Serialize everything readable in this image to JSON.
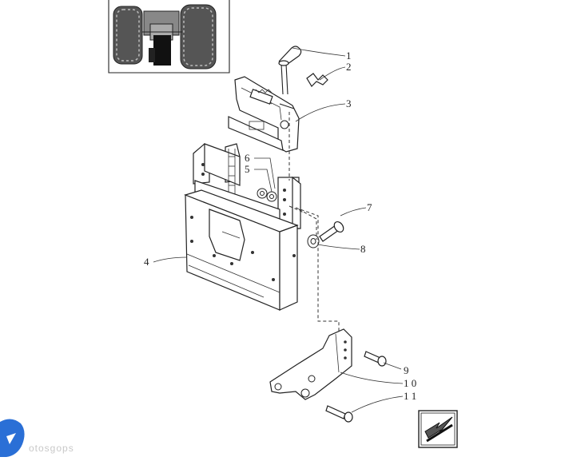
{
  "diagram": {
    "callouts": [
      "1",
      "2",
      "3",
      "4",
      "5",
      "6",
      "7",
      "8",
      "9",
      "1 0",
      "1 1"
    ]
  },
  "watermark": {
    "text": "otosgops"
  },
  "icons": {
    "thumbnail": "tractor-thumbnail-icon",
    "navigation": "arrow-down-left-icon"
  }
}
